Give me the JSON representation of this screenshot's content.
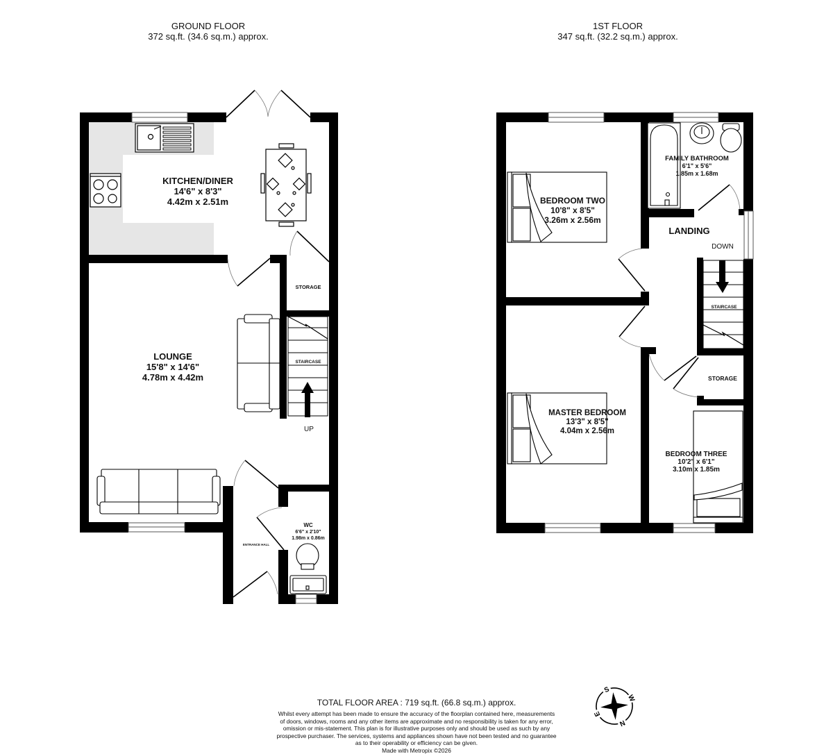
{
  "ground_floor": {
    "title": "GROUND FLOOR",
    "area": "372 sq.ft. (34.6 sq.m.) approx.",
    "rooms": {
      "kitchen": {
        "name": "KITCHEN/DINER",
        "imperial": "14'6\"  x 8'3\"",
        "metric": "4.42m  x 2.51m"
      },
      "lounge": {
        "name": "LOUNGE",
        "imperial": "15'8\"  x 14'6\"",
        "metric": "4.78m  x 4.42m"
      },
      "wc": {
        "name": "WC",
        "imperial": "6'6\"  x 2'10\"",
        "metric": "1.98m  x 0.86m"
      },
      "storage": {
        "name": "STORAGE"
      },
      "staircase": {
        "name": "STAIRCASE"
      },
      "entrance_hall": {
        "name": "ENTRANCE HALL"
      }
    },
    "stair_direction": "UP"
  },
  "first_floor": {
    "title": "1ST FLOOR",
    "area": "347 sq.ft. (32.2 sq.m.) approx.",
    "rooms": {
      "bedroom_two": {
        "name": "BEDROOM TWO",
        "imperial": "10'8\"  x 8'5\"",
        "metric": "3.26m  x 2.56m"
      },
      "family_bathroom": {
        "name": "FAMILY BATHROOM",
        "imperial": "6'1\"  x 5'6\"",
        "metric": "1.85m  x 1.68m"
      },
      "landing": {
        "name": "LANDING"
      },
      "staircase": {
        "name": "STAIRCASE"
      },
      "storage": {
        "name": "STORAGE"
      },
      "master_bedroom": {
        "name": "MASTER BEDROOM",
        "imperial": "13'3\"  x 8'5\"",
        "metric": "4.04m  x 2.56m"
      },
      "bedroom_three": {
        "name": "BEDROOM THREE",
        "imperial": "10'2\"  x 6'1\"",
        "metric": "3.10m  x 1.85m"
      }
    },
    "stair_direction": "DOWN"
  },
  "footer": {
    "total_area": "TOTAL FLOOR AREA : 719 sq.ft. (66.8 sq.m.) approx.",
    "disclaimer_lines": [
      "Whilst every attempt has been made to ensure the accuracy of the floorplan contained here, measurements",
      "of doors, windows, rooms and any other items are approximate and no responsibility is taken for any error,",
      "omission or mis-statement. This plan is for illustrative purposes only and should be used as such by any",
      "prospective purchaser. The services, systems and appliances shown have not been tested and no guarantee",
      "as to their operability or efficiency can be given."
    ],
    "credit": "Made with Metropix ©2026"
  },
  "compass": {
    "n": "N",
    "s": "S",
    "e": "E",
    "w": "W"
  },
  "colors": {
    "wall": "#000000",
    "kitchen_counter": "#e6e6e6",
    "background": "#ffffff"
  }
}
